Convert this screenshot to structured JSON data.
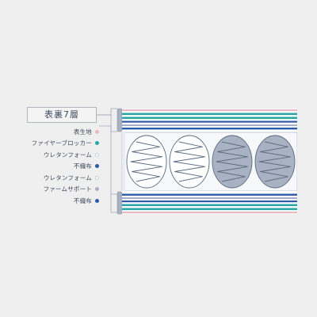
{
  "title": "表裏7層",
  "layers": [
    {
      "label": "表生地",
      "color": "#e8b9c2"
    },
    {
      "label": "ファイヤーブロッカー",
      "color": "#2aa6a4"
    },
    {
      "label": "ウレタンフォーム",
      "color": "#ffffff"
    },
    {
      "label": "不織布",
      "color": "#2d5aa8"
    },
    {
      "label": "ウレタンフォーム",
      "color": "#ffffff"
    },
    {
      "label": "ファームサポート",
      "color": "#a7b0c8"
    },
    {
      "label": "不織布",
      "color": "#2d5aa8"
    }
  ],
  "colors": {
    "background": "#efeff0",
    "outline": "#9eaab8",
    "text": "#3d4a5c",
    "fabric_pink": "#e8b9c2",
    "fire_blocker_teal": "#2aa6a4",
    "nonwoven_blue": "#2d5aa8",
    "support_grey": "#a7b0c8",
    "coil_fill_dark": "#a9b2c2",
    "coil_stroke": "#5a6a80"
  },
  "icons": {
    "coil": "pocket-coil-spring",
    "dot": "layer-color-dot"
  }
}
